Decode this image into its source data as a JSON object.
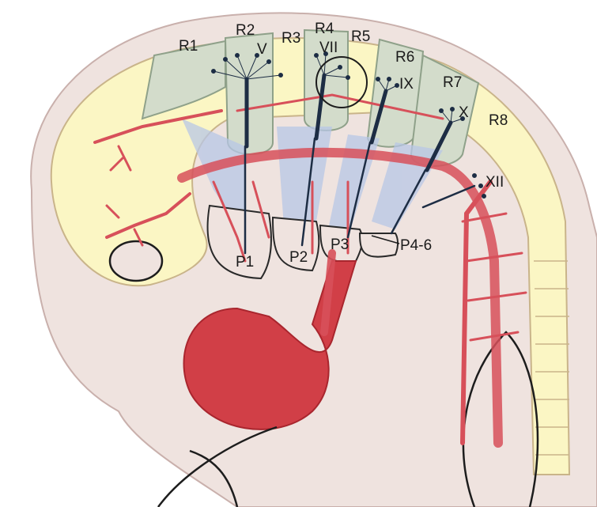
{
  "rhombomere_labels": [
    "R1",
    "R2",
    "R3",
    "R4",
    "R5",
    "R6",
    "R7",
    "R8"
  ],
  "cranial_nerve_labels": [
    "V",
    "VII",
    "IX",
    "X",
    "XII"
  ],
  "pharyngeal_arch_labels": [
    "P1",
    "P2",
    "P3",
    "P4-6"
  ],
  "colors": {
    "embryo_skin": "#efe3df",
    "neural_tube": "#fbf6c4",
    "rhombomere": "#d3dccb",
    "vessel": "#d7505a",
    "heart": "#d13f47",
    "nerve": "#1d2d44",
    "neural_crest_stream": "#b8c7e6"
  }
}
